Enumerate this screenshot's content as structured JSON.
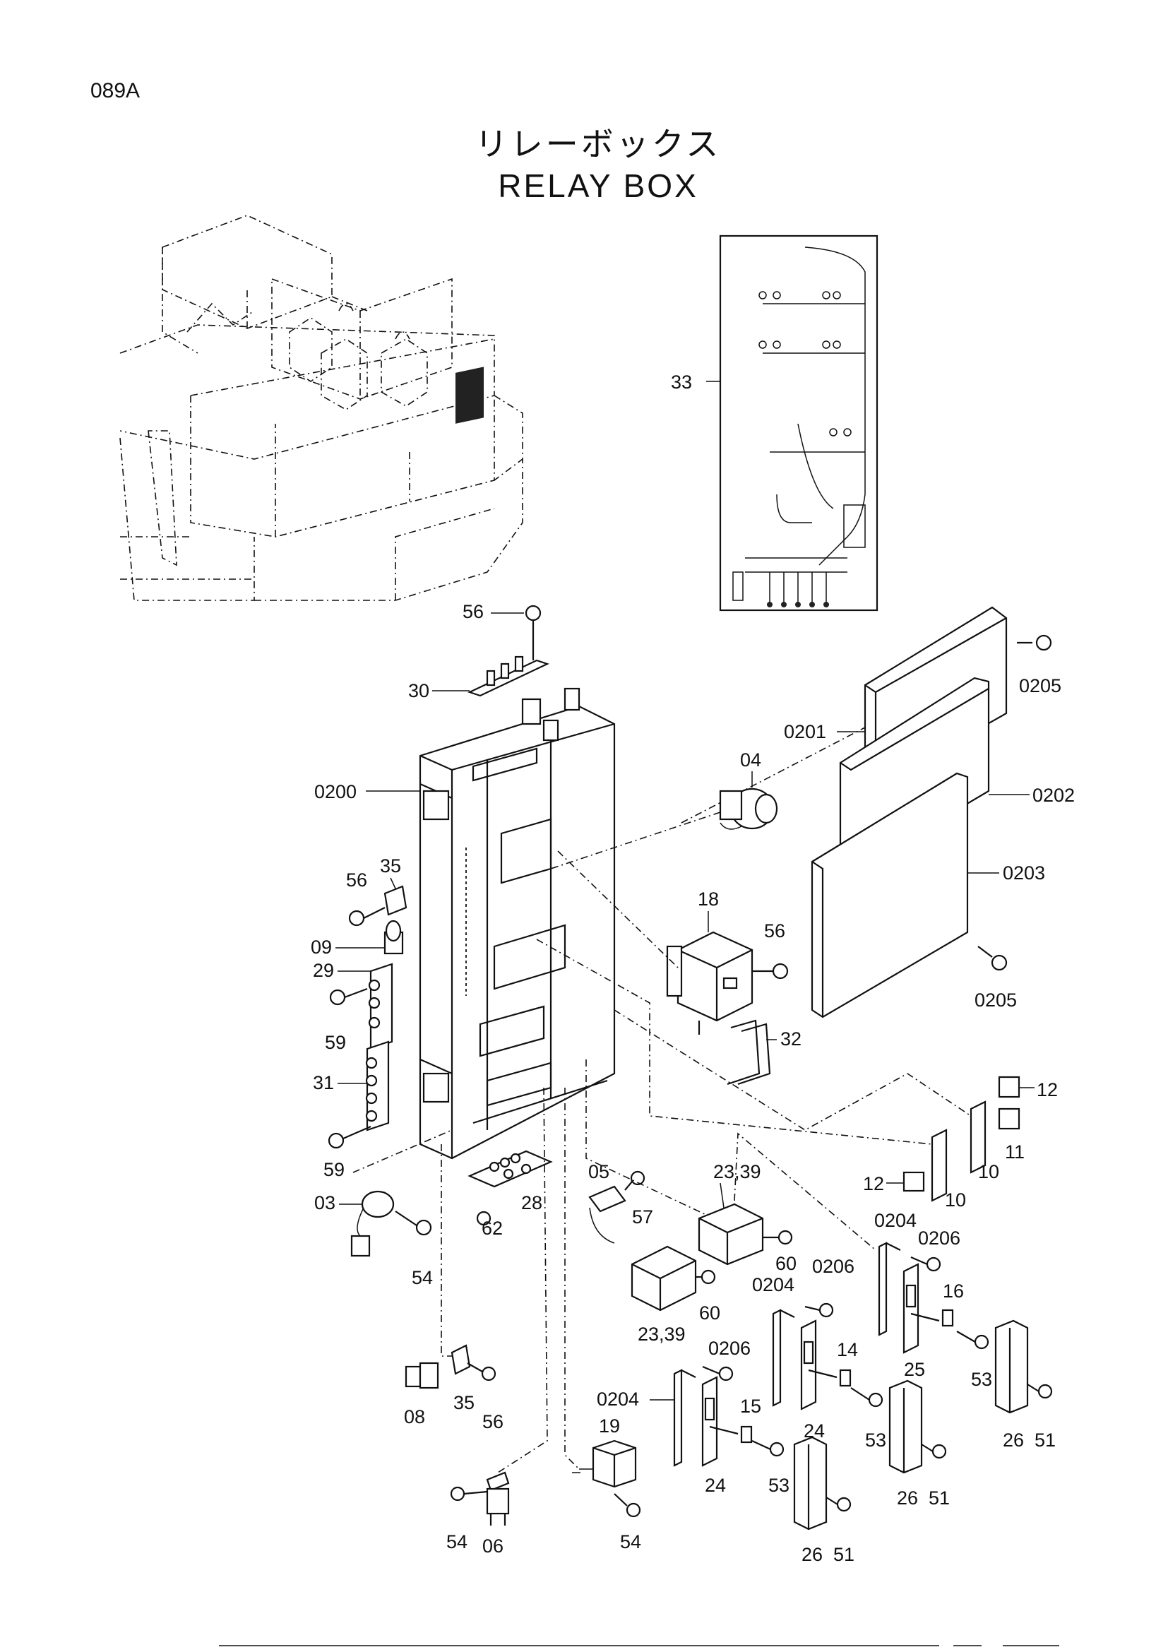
{
  "header": {
    "page_code": "089A",
    "title_jp": "リレーボックス",
    "title_en": "RELAY  BOX"
  },
  "callouts": {
    "c033": "33",
    "c056a": "56",
    "c030": "30",
    "c0205a": "0205",
    "c0201": "0201",
    "c04": "04",
    "c0202": "0202",
    "c0200": "0200",
    "c0203": "0203",
    "c35a": "35",
    "c56b": "56",
    "c18": "18",
    "c56c": "56",
    "c09": "09",
    "c29": "29",
    "c0205b": "0205",
    "c59a": "59",
    "c32": "32",
    "c31": "31",
    "c12a": "12",
    "c11": "11",
    "c10a": "10",
    "c12b": "12",
    "c10b": "10",
    "c59b": "59",
    "c05": "05",
    "c2339a": "23,39",
    "c28": "28",
    "c57": "57",
    "c03": "03",
    "c62": "62",
    "c0204a": "0204",
    "c0206a": "0206",
    "c54a": "54",
    "c60a": "60",
    "c0206b": "0206",
    "c60b": "60",
    "c0204b": "0204",
    "c16": "16",
    "c2339b": "23,39",
    "c25": "25",
    "c53a": "53",
    "c0206c": "0206",
    "c14": "14",
    "c0204c": "0204",
    "c15": "15",
    "c08": "08",
    "c35b": "35",
    "c56d": "56",
    "c24a": "24",
    "c53b": "53",
    "c26a": "26",
    "c51a": "51",
    "c19": "19",
    "c26b": "26",
    "c51b": "51",
    "c24b": "24",
    "c53c": "53",
    "c54b": "54",
    "c06": "06",
    "c54c": "54",
    "c26c": "26",
    "c51c": "51"
  }
}
